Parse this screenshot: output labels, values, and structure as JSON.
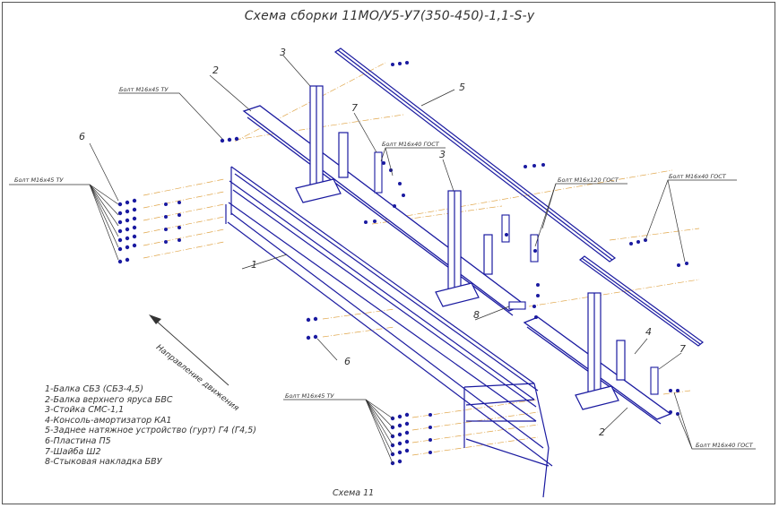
{
  "title": "Схема сборки 11МО/У5-У7(350-450)-1,1-S-у",
  "caption": "Схема 11",
  "direction_label": "Направление движения",
  "part_numbers": {
    "n1": "1",
    "n2_top": "2",
    "n2_bottom": "2",
    "n3_top": "3",
    "n3_mid": "3",
    "n4": "4",
    "n5": "5",
    "n6_left": "6",
    "n6_mid": "6",
    "n7_top": "7",
    "n7_right": "7",
    "n8": "8"
  },
  "callouts": {
    "bolt_m16x45_top": "Болт М16х45 ТУ",
    "bolt_m16x45_left": "Болт М16х45 ТУ",
    "bolt_m16x40_gost_mid": "Болт М16х40 ГОСТ",
    "bolt_m16x120_gost": "Болт М16х120 ГОСТ",
    "bolt_m16x40_gost_right": "Болт М16х40 ГОСТ",
    "bolt_m16x45_bottom": "Болт М16х45 ТУ",
    "bolt_m16x40_gost_bottom_right": "Болт М16х40 ГОСТ"
  },
  "legend": [
    "1-Балка СБЗ (СБЗ-4,5)",
    "2-Балка верхнего яруса БВС",
    "3-Стойка СМС-1,1",
    "4-Консоль-амортизатор КА1",
    "5-Заднее натяжное устройство (гурт) Г4 (Г4,5)",
    "6-Пластина П5",
    "7-Шайба Ш2",
    "8-Стыковая накладка БВУ"
  ],
  "colors": {
    "part_line": "#1a1aa0",
    "axis_line": "#e0a64a",
    "text": "#333333",
    "frame": "#555555"
  }
}
